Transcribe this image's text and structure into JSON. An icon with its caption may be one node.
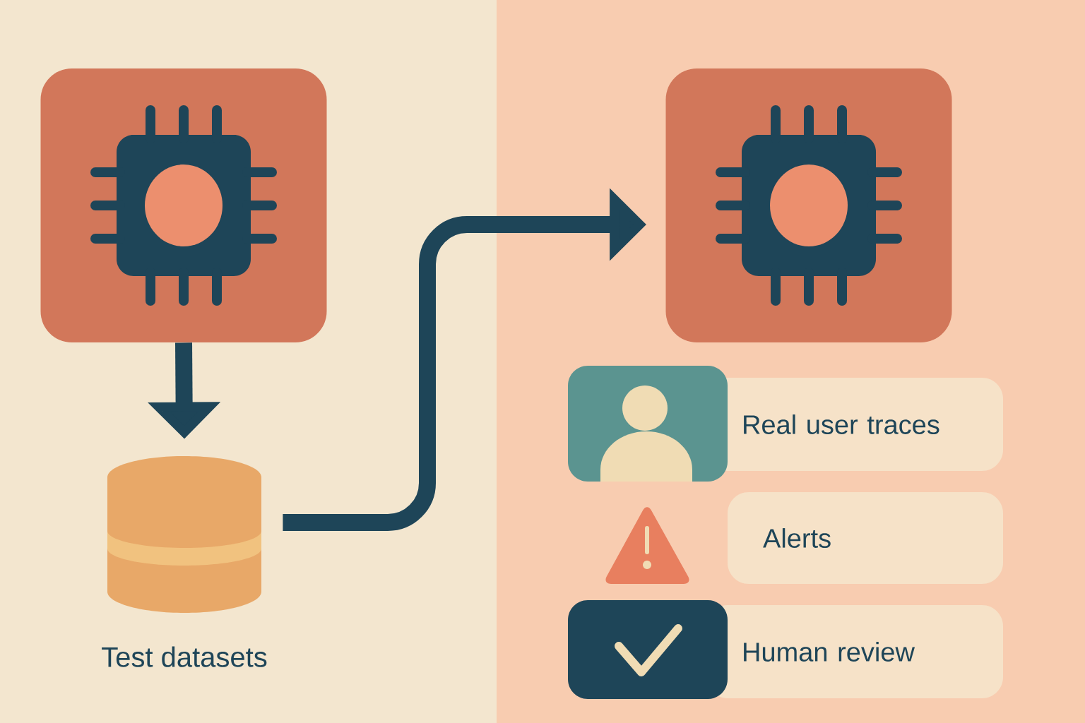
{
  "diagram": {
    "nodes": [
      {
        "text": [],
        "shape": "box"
      },
      {
        "text": [],
        "shape": "cylinder",
        "beside": [
          "Test datasets"
        ]
      },
      {
        "text": [],
        "shape": "box"
      },
      {
        "text": [
          "Real user traces"
        ]
      },
      {
        "text": [
          "Alerts"
        ]
      },
      {
        "text": [
          "Human review"
        ]
      }
    ],
    "edges": [
      {
        "from": 0,
        "to": 1,
        "arrow": "to"
      },
      {
        "from": 1,
        "to": 2,
        "arrow": "to"
      }
    ]
  }
}
